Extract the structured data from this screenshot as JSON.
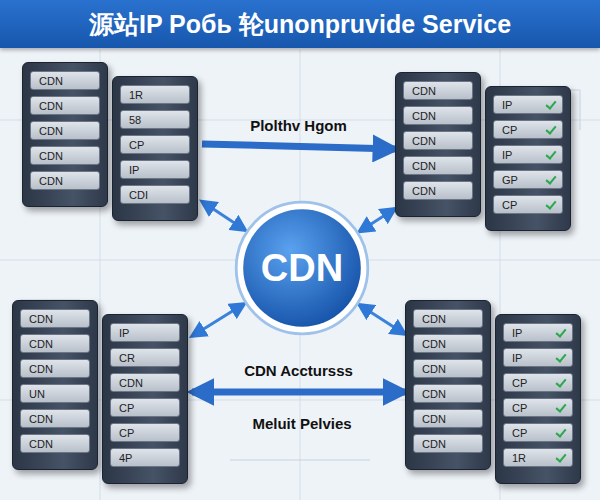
{
  "diagram": {
    "title": "源站IP Poбь 轮unonpruvide Service",
    "nodes": [
      {
        "text": [
          "CDN",
          "CDN",
          "CDN",
          "CDN",
          "CDN",
          "1R",
          "58",
          "CP",
          "IP",
          "CDI"
        ]
      },
      {
        "text": [
          "CDN",
          "CDN",
          "CDN",
          "CDN",
          "CDN",
          "IP",
          "CP",
          "IP",
          "GP",
          "CP"
        ]
      },
      {
        "text": [
          "CDN"
        ]
      },
      {
        "text": [
          "CDN",
          "CDN",
          "CDN",
          "UN",
          "CDN",
          "CDN",
          "IP",
          "CR",
          "CDN",
          "CP",
          "CP",
          "4P"
        ]
      },
      {
        "text": [
          "CDN",
          "CDN",
          "CDN",
          "CDN",
          "CDN",
          "CDN",
          "IP",
          "IP",
          "CP",
          "CP",
          "CP",
          "1R"
        ]
      }
    ],
    "edges": [
      {
        "from": 0,
        "to": 1,
        "arrow": "to",
        "label": "Plolthv Hgom"
      },
      {
        "from": 3,
        "to": 4,
        "arrow": "both",
        "label": "CDN Acctursss"
      },
      {
        "from": 0,
        "to": 2,
        "arrow": "both"
      },
      {
        "from": 1,
        "to": 2,
        "arrow": "both"
      },
      {
        "from": 3,
        "to": 2,
        "arrow": "both"
      },
      {
        "from": 4,
        "to": 2,
        "arrow": "both"
      }
    ],
    "labels": [
      "Meluit Pelvies"
    ]
  }
}
